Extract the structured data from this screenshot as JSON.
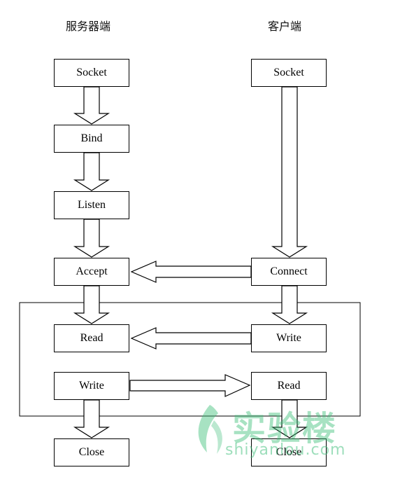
{
  "headers": {
    "server": "服务器端",
    "client": "客户端"
  },
  "server_nodes": {
    "socket": "Socket",
    "bind": "Bind",
    "listen": "Listen",
    "accept": "Accept",
    "read": "Read",
    "write": "Write",
    "close": "Close"
  },
  "client_nodes": {
    "socket": "Socket",
    "connect": "Connect",
    "write": "Write",
    "read": "Read",
    "close": "Close"
  },
  "watermark": {
    "cn": "实验楼",
    "en": "shiyanlou.com"
  },
  "colors": {
    "stroke": "#000000",
    "watermark": "#3cbe78"
  }
}
